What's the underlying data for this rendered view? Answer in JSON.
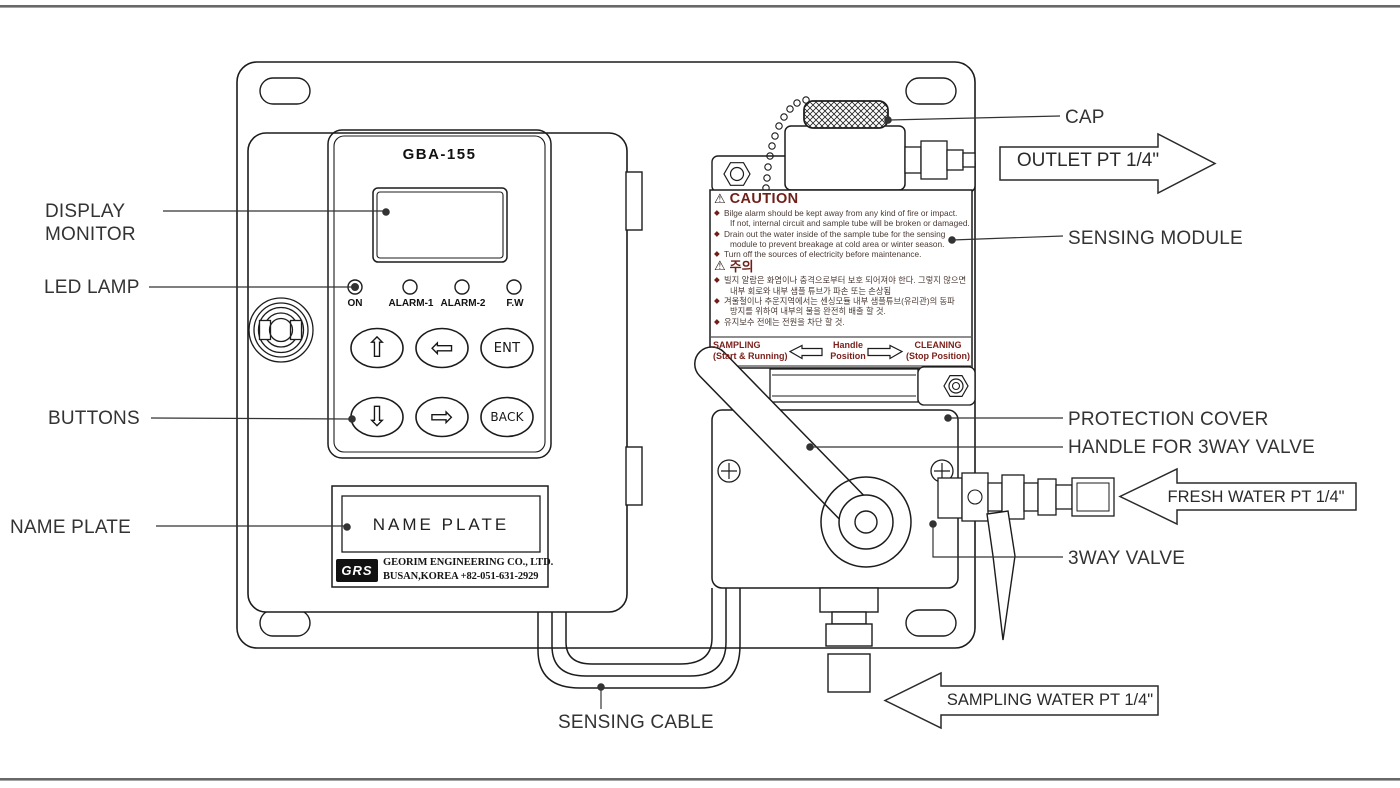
{
  "title_model": "GBA-155",
  "panel": {
    "leds": [
      {
        "label": "ON"
      },
      {
        "label": "ALARM-1"
      },
      {
        "label": "ALARM-2"
      },
      {
        "label": "F.W"
      }
    ],
    "buttons": [
      {
        "name": "up",
        "glyph": "⇧"
      },
      {
        "name": "left",
        "glyph": "⇦"
      },
      {
        "name": "enter",
        "label": "ENT"
      },
      {
        "name": "down",
        "glyph": "⇩"
      },
      {
        "name": "right",
        "glyph": "⇨"
      },
      {
        "name": "back",
        "label": "BACK"
      }
    ]
  },
  "name_plate": {
    "text": "NAME  PLATE",
    "logo": "GRS",
    "company_line1": "GEORIM  ENGINEERING  CO.,  LTD.",
    "company_line2": "BUSAN,KOREA   +82-051-631-2929"
  },
  "caution": {
    "warning_icon": "⚠",
    "bullet": "◆",
    "title_en": "CAUTION",
    "items_en": [
      {
        "line1": "Bilge alarm should be kept away from any kind of fire or impact.",
        "line2": "If not, internal circuit and sample tube will be broken or damaged."
      },
      {
        "line1": "Drain out the water inside of the sample tube for the sensing",
        "line2": "module to prevent breakage at cold area or winter season."
      },
      {
        "line1": "Turn off the sources of electricity before maintenance."
      }
    ],
    "title_ko": "주의",
    "items_ko": [
      {
        "line1": "빌지 알람은 화염이나 충격으로부터 보호 되어져야 한다. 그렇지 않으면",
        "line2": "내부 회로와 내부 샘플 튜브가 파손 또는 손상됨"
      },
      {
        "line1": "겨울철이나 추운지역에서는 센싱모듈 내부 샘플튜브(유리관)의 동파",
        "line2": "방지를 위하여 내부의 물을 완전히 배출 할 것."
      },
      {
        "line1": "유지보수 전에는 전원을 차단 할 것."
      }
    ]
  },
  "handle_band": {
    "left_title": "SAMPLING",
    "left_sub": "(Start & Running)",
    "center_line1": "Handle",
    "center_line2": "Position",
    "right_title": "CLEANING",
    "right_sub": "(Stop Position)"
  },
  "callouts": {
    "display_monitor_line1": "DISPLAY",
    "display_monitor_line2": "MONITOR",
    "led_lamp": "LED LAMP",
    "buttons": "BUTTONS",
    "name_plate": "NAME PLATE",
    "sensing_cable": "SENSING CABLE",
    "cap": "CAP",
    "sensing_module": "SENSING MODULE",
    "protection_cover": "PROTECTION COVER",
    "handle_for_3way_valve": "HANDLE FOR 3WAY VALVE",
    "three_way_valve": "3WAY VALVE"
  },
  "flow_labels": {
    "outlet": "OUTLET PT 1/4\"",
    "fresh_water": "FRESH WATER PT 1/4\"",
    "sampling_water": "SAMPLING WATER PT 1/4\""
  },
  "colors": {
    "line": "#1c1c1c",
    "label_text": "#333333",
    "caution_heading": "#6f1f18",
    "caution_text": "#4a3a34",
    "band_text": "#7a1f1a",
    "frame_rule": "#686868"
  }
}
